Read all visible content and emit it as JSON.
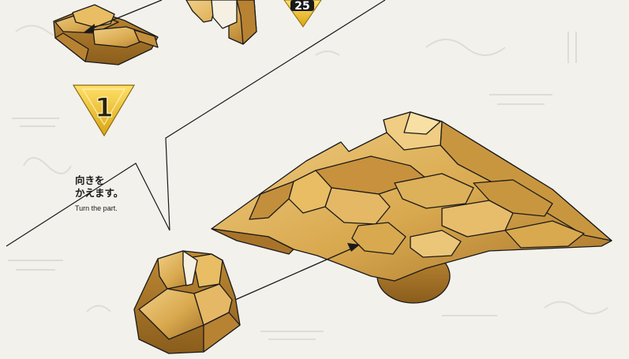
{
  "instruction_jp_line1": "向きを",
  "instruction_jp_line2": "かえます。",
  "instruction_en": "Turn the part.",
  "step_badge_top": "25",
  "step_badge_main": "1",
  "colors": {
    "background": "#f3f1ec",
    "part_gold": "#d9a94f",
    "part_shadow": "#9a6a22",
    "part_highlight": "#f1cf86",
    "badge_yellow": "#f0c41b",
    "outline": "#1a1a1a"
  }
}
